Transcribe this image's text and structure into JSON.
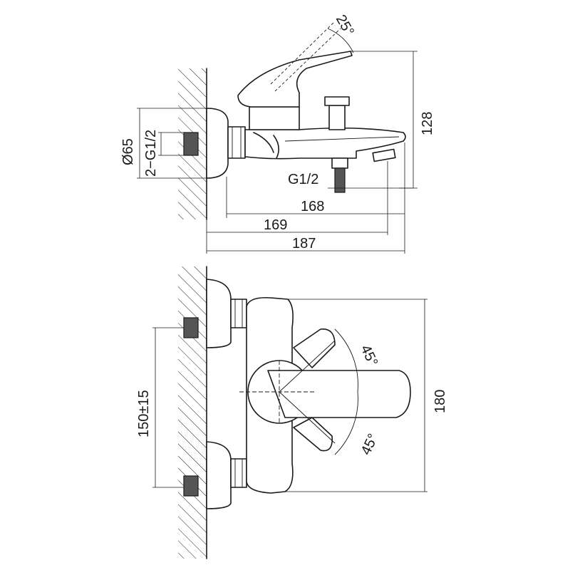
{
  "side_view": {
    "dims": {
      "angle_handle": "25°",
      "height": "128",
      "flange_diameter": "Ø65",
      "inlet_thread": "2−G1/2",
      "outlet_thread": "G1/2",
      "len_168": "168",
      "len_169": "169",
      "len_187": "187"
    }
  },
  "front_view": {
    "dims": {
      "inlet_spacing": "150±15",
      "width": "180",
      "angle_up": "45°",
      "angle_down": "45°"
    }
  }
}
